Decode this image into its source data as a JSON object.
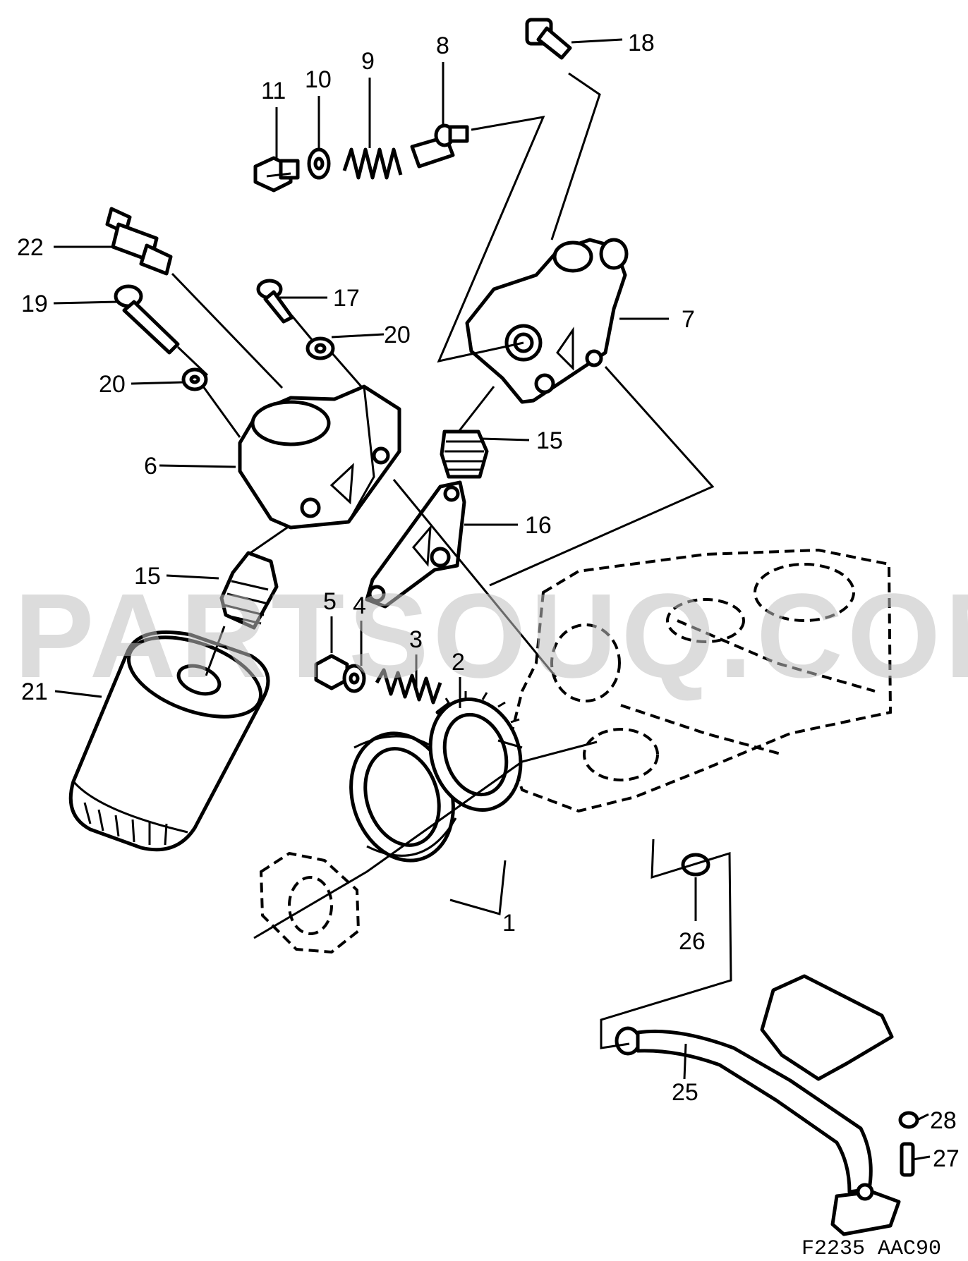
{
  "watermark": "PARTSOUQ.COM",
  "figure_code": "F2235 AAC90",
  "callouts": {
    "c1": "1",
    "c2": "2",
    "c3": "3",
    "c4": "4",
    "c5": "5",
    "c6": "6",
    "c7": "7",
    "c8": "8",
    "c9": "9",
    "c10": "10",
    "c11": "11",
    "c15a": "15",
    "c15b": "15",
    "c16": "16",
    "c17": "17",
    "c18": "18",
    "c19": "19",
    "c20a": "20",
    "c20b": "20",
    "c21": "21",
    "c22": "22",
    "c25": "25",
    "c26": "26",
    "c27": "27",
    "c28": "28"
  }
}
